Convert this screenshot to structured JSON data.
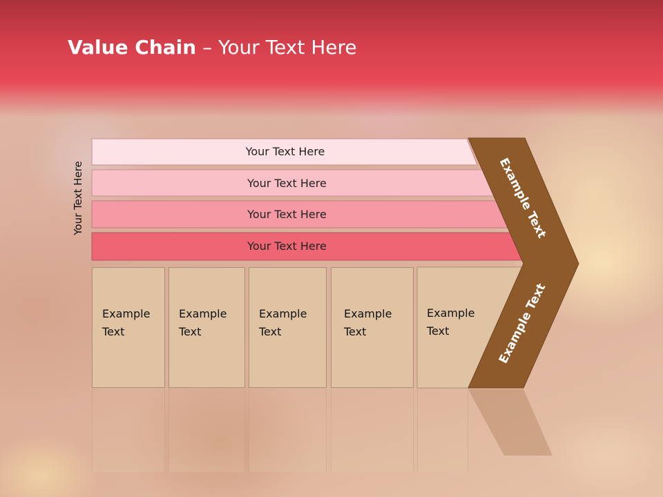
{
  "slide": {
    "title_bold": "Value Chain",
    "title_rest": " – Your Text Here",
    "side_label": "Your Text Here"
  },
  "rows": [
    {
      "label": "Your Text Here",
      "color": "#fde3e6"
    },
    {
      "label": "Your Text Here",
      "color": "#f9c1c7"
    },
    {
      "label": "Your Text Here",
      "color": "#f59aa4"
    },
    {
      "label": "Your Text Here",
      "color": "#ee6673"
    }
  ],
  "columns": [
    {
      "line1": "Example",
      "line2": "Text"
    },
    {
      "line1": "Example",
      "line2": "Text"
    },
    {
      "line1": "Example",
      "line2": "Text"
    },
    {
      "line1": "Example",
      "line2": "Text"
    },
    {
      "line1": "Example",
      "line2": "Text"
    }
  ],
  "chevron": {
    "upper_label": "Example Text",
    "lower_label": "Example Text",
    "color": "#8f5a2a"
  },
  "colors": {
    "header": "#e84a57",
    "column_fill": "#e0c3a3"
  }
}
